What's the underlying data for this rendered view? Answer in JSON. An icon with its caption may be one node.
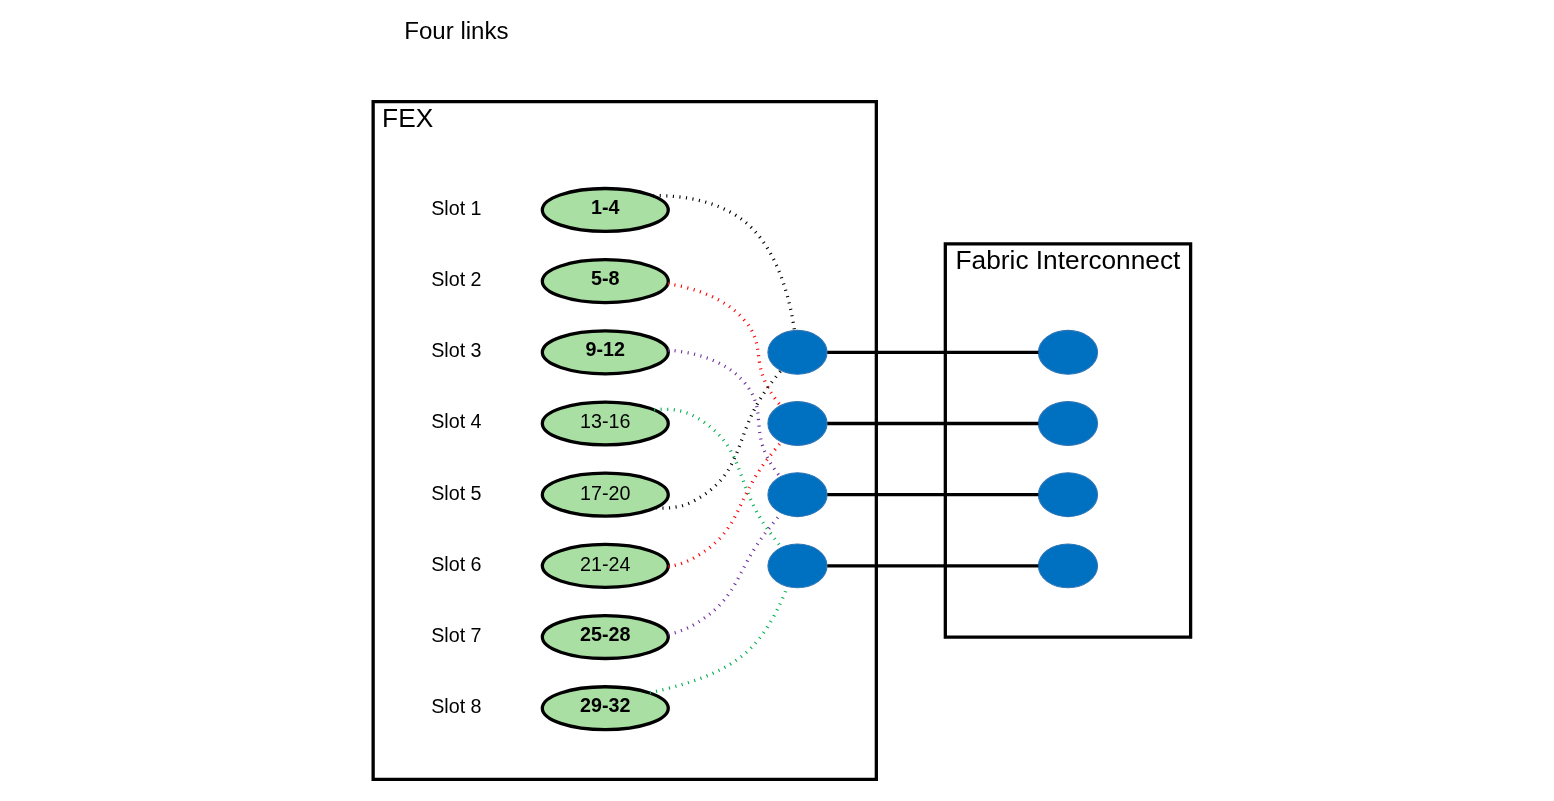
{
  "diagram": {
    "nodes": [
      {
        "text": [
          "FEX"
        ]
      },
      {
        "text": [
          "1-4"
        ],
        "in": 0,
        "beside": [
          "Slot 1"
        ]
      },
      {
        "text": [
          "5-8"
        ],
        "in": 0,
        "beside": [
          "Slot 2"
        ]
      },
      {
        "text": [
          "9-12"
        ],
        "in": 0,
        "beside": [
          "Slot 3"
        ]
      },
      {
        "text": [
          "13-16"
        ],
        "in": 0,
        "beside": [
          "Slot 4"
        ]
      },
      {
        "text": [
          "17-20"
        ],
        "in": 0,
        "beside": [
          "Slot 5"
        ]
      },
      {
        "text": [
          "21-24"
        ],
        "in": 0,
        "beside": [
          "Slot 6"
        ]
      },
      {
        "text": [
          "25-28"
        ],
        "in": 0,
        "beside": [
          "Slot 7"
        ]
      },
      {
        "text": [
          "29-32"
        ],
        "in": 0,
        "beside": [
          "Slot 8"
        ]
      },
      {
        "text": [],
        "shape": "circle",
        "in": 0
      },
      {
        "text": [],
        "shape": "circle",
        "in": 0
      },
      {
        "text": [],
        "shape": "circle",
        "in": 0
      },
      {
        "text": [],
        "shape": "circle",
        "in": 0
      },
      {
        "text": [
          "Fabric Interconnect"
        ]
      },
      {
        "text": [],
        "shape": "circle",
        "in": 13
      },
      {
        "text": [],
        "shape": "circle",
        "in": 13
      },
      {
        "text": [],
        "shape": "circle",
        "in": 13
      },
      {
        "text": [],
        "shape": "circle",
        "in": 13
      }
    ],
    "edges": [
      {
        "from": 1,
        "to": 9,
        "arrow": "none",
        "style": "dashed"
      },
      {
        "from": 2,
        "to": 10,
        "arrow": "none",
        "style": "dashed",
        "color": "#ff0000"
      },
      {
        "from": 3,
        "to": 11,
        "arrow": "none",
        "style": "dashed",
        "color": "#7030a0"
      },
      {
        "from": 4,
        "to": 12,
        "arrow": "none",
        "style": "dashed",
        "color": "#00b050"
      },
      {
        "from": 5,
        "to": 9,
        "arrow": "none",
        "style": "dashed"
      },
      {
        "from": 6,
        "to": 10,
        "arrow": "none",
        "style": "dashed",
        "color": "#ff0000"
      },
      {
        "from": 7,
        "to": 11,
        "arrow": "none",
        "style": "dashed",
        "color": "#7030a0"
      },
      {
        "from": 8,
        "to": 12,
        "arrow": "none",
        "style": "dashed",
        "color": "#00b050"
      },
      {
        "from": 9,
        "to": 14,
        "arrow": "none"
      },
      {
        "from": 10,
        "to": 15,
        "arrow": "none"
      },
      {
        "from": 11,
        "to": 16,
        "arrow": "none"
      },
      {
        "from": 12,
        "to": 17,
        "arrow": "none"
      }
    ],
    "labels": [
      "Four links"
    ]
  }
}
